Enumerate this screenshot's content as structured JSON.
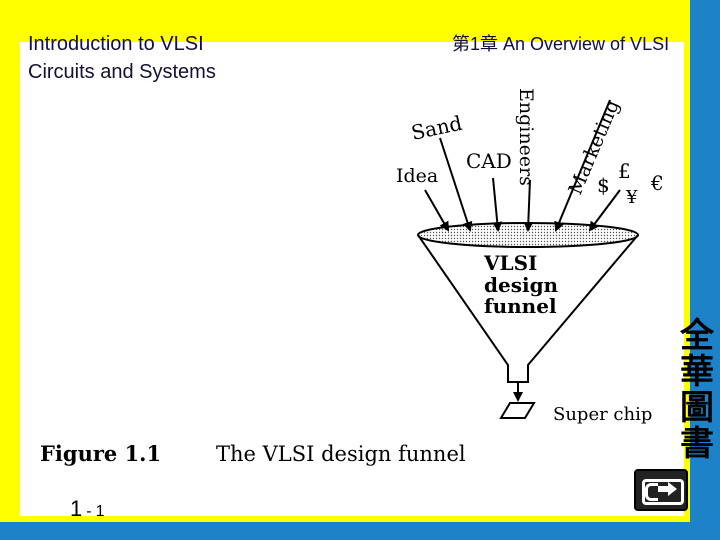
{
  "header": {
    "course_title_line1": "Introduction to VLSI",
    "course_title_line2": "Circuits and Systems",
    "chapter_title": "第1章 An Overview of VLSI"
  },
  "diagram": {
    "inputs": {
      "idea": "Idea",
      "sand": "Sand",
      "cad": "CAD",
      "engineers": "Engineers",
      "marketing": "Marketing",
      "pound": "£",
      "dollar": "$",
      "yen": "¥",
      "euro": "€"
    },
    "funnel_label_line1": "VLSI",
    "funnel_label_line2": "design",
    "funnel_label_line3": "funnel",
    "output_label": "Super chip",
    "caption_number": "Figure 1.1",
    "caption_text": "The VLSI design funnel"
  },
  "footer": {
    "page_major": "1",
    "page_separator": "-",
    "page_minor": "1"
  },
  "publisher": {
    "chars": [
      "全",
      "華",
      "圖",
      "書"
    ]
  },
  "icons": {
    "exit": "exit-icon"
  },
  "colors": {
    "frame_yellow": "#ffff00",
    "frame_blue": "#1e82c8"
  }
}
